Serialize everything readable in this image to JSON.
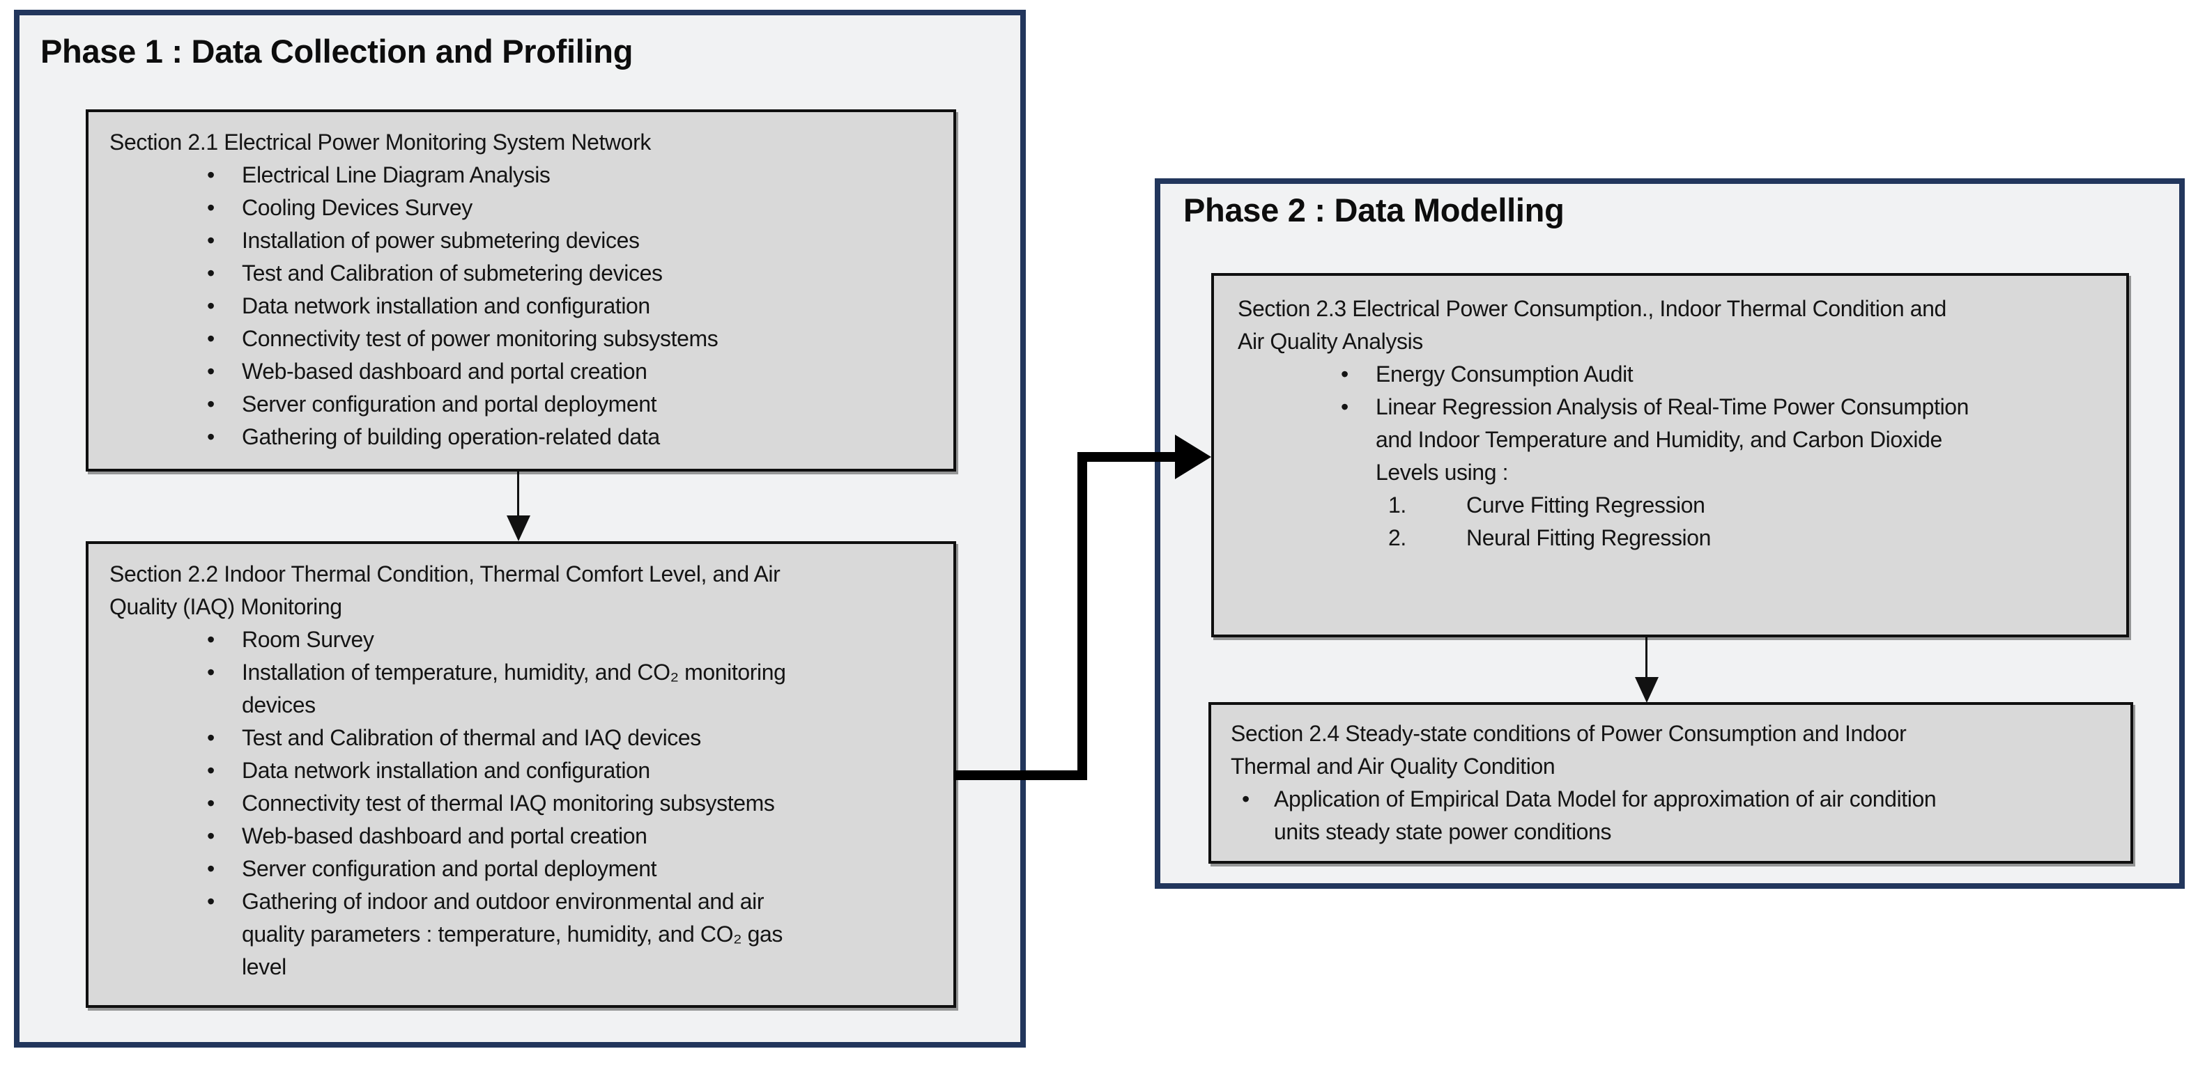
{
  "colors": {
    "phase_border": "#22365c",
    "phase_fill": "#f1f2f3",
    "section_fill": "#d9d9d9",
    "section_border": "#0f0f0f",
    "connector": "#000000",
    "text": "#141414"
  },
  "phase1": {
    "title": "Phase 1 : Data Collection and Profiling",
    "sections": [
      {
        "title": [
          "Section 2.1 Electrical Power Monitoring System Network"
        ],
        "bullets": [
          [
            "Electrical Line Diagram Analysis"
          ],
          [
            "Cooling Devices Survey"
          ],
          [
            "Installation of power submetering devices"
          ],
          [
            "Test and Calibration of submetering devices"
          ],
          [
            "Data network installation and configuration"
          ],
          [
            "Connectivity test of power monitoring subsystems"
          ],
          [
            "Web-based dashboard  and portal creation"
          ],
          [
            "Server configuration and portal deployment"
          ],
          [
            "Gathering of building operation-related data"
          ]
        ]
      },
      {
        "title": [
          "Section 2.2 Indoor Thermal Condition, Thermal Comfort Level, and  Air",
          "Quality (IAQ) Monitoring"
        ],
        "bullets": [
          [
            "Room Survey"
          ],
          [
            "Installation of temperature, humidity, and CO₂ monitoring",
            "devices"
          ],
          [
            "Test and Calibration of thermal and  IAQ devices"
          ],
          [
            "Data network installation and configuration"
          ],
          [
            "Connectivity test of thermal IAQ monitoring subsystems"
          ],
          [
            "Web-based dashboard  and portal creation"
          ],
          [
            "Server configuration and portal deployment"
          ],
          [
            "Gathering of indoor and outdoor environmental and air",
            "quality parameters : temperature, humidity, and CO₂ gas",
            "level"
          ]
        ]
      }
    ]
  },
  "phase2": {
    "title": "Phase 2 : Data Modelling",
    "sections": [
      {
        "title": [
          "Section 2.3 Electrical Power Consumption., Indoor Thermal Condition and",
          "Air Quality Analysis"
        ],
        "bullets": [
          [
            "Energy Consumption Audit"
          ],
          [
            "Linear Regression Analysis of Real-Time Power Consumption",
            "and Indoor Temperature and Humidity, and Carbon Dioxide",
            "Levels using :"
          ]
        ],
        "numbered": [
          {
            "num": "1.",
            "label": "Curve Fitting Regression"
          },
          {
            "num": "2.",
            "label": "Neural Fitting Regression"
          }
        ]
      },
      {
        "title": [
          "Section 2.4 Steady-state conditions of Power Consumption and Indoor",
          "Thermal and Air Quality Condition"
        ],
        "bullets": [
          [
            "Application of Empirical Data Model for approximation of air condition",
            "units steady state power conditions"
          ]
        ]
      }
    ]
  }
}
